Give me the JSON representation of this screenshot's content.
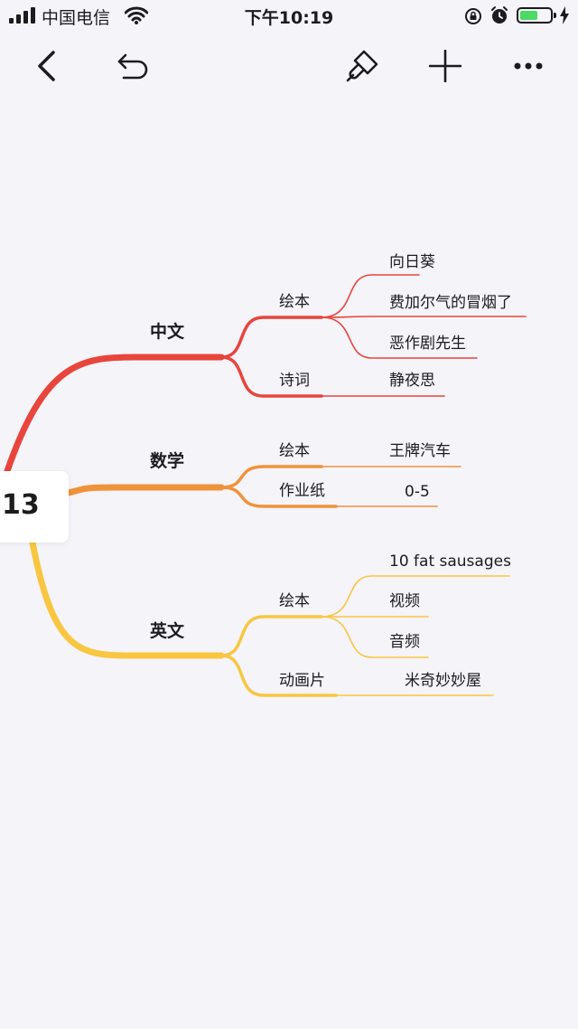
{
  "status_bar": {
    "carrier": "中国电信",
    "time": "下午10:19",
    "battery_level": 0.58,
    "battery_color": "#4cd964"
  },
  "toolbar": {
    "back_icon": "chevron-left-icon",
    "undo_icon": "undo-icon",
    "style_icon": "paint-brush-icon",
    "add_icon": "plus-icon",
    "more_icon": "more-horizontal-icon"
  },
  "mindmap": {
    "root": "13",
    "branches": [
      {
        "label": "中文",
        "color": "#e8453c",
        "children": [
          {
            "label": "绘本",
            "children": [
              "向日葵",
              "费加尔气的冒烟了",
              "恶作剧先生"
            ]
          },
          {
            "label": "诗词",
            "children": [
              "静夜思"
            ]
          }
        ]
      },
      {
        "label": "数学",
        "color": "#f0923a",
        "children": [
          {
            "label": "绘本",
            "children": [
              "王牌汽车"
            ]
          },
          {
            "label": "作业纸",
            "children": [
              "0-5"
            ]
          }
        ]
      },
      {
        "label": "英文",
        "color": "#f8c640",
        "children": [
          {
            "label": "绘本",
            "children": [
              "10 fat sausages",
              "视频",
              "音频"
            ]
          },
          {
            "label": "动画片",
            "children": [
              "米奇妙妙屋"
            ]
          }
        ]
      }
    ]
  }
}
